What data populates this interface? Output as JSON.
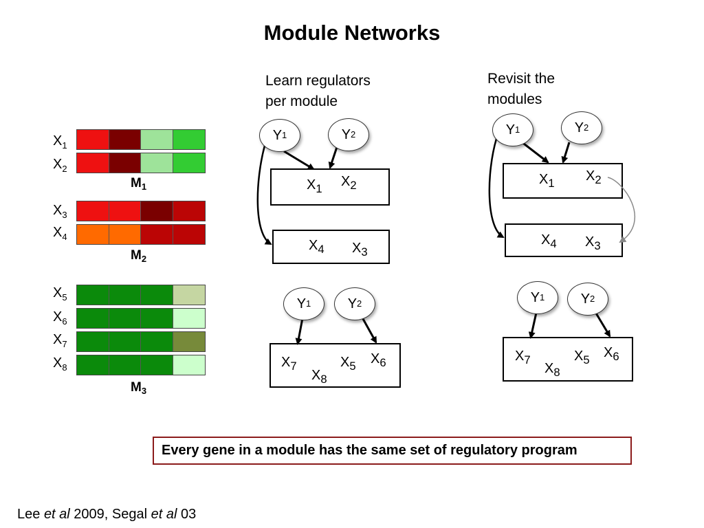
{
  "title": "Module Networks",
  "captions": {
    "learn": "Learn regulators\nper module",
    "revisit": "Revisit the\nmodules"
  },
  "heatmap": {
    "groups": [
      {
        "label": "M",
        "label_sub": "1",
        "rows": [
          {
            "gene": "X",
            "sub": "1",
            "colors": [
              "#ee1111",
              "#7a0000",
              "#9ee39a",
              "#33cc33"
            ]
          },
          {
            "gene": "X",
            "sub": "2",
            "colors": [
              "#ee1111",
              "#7a0000",
              "#9ee39a",
              "#33cc33"
            ]
          }
        ]
      },
      {
        "label": "M",
        "label_sub": "2",
        "rows": [
          {
            "gene": "X",
            "sub": "3",
            "colors": [
              "#ee1111",
              "#ee1111",
              "#7a0000",
              "#bb0505"
            ]
          },
          {
            "gene": "X",
            "sub": "4",
            "colors": [
              "#ff6a00",
              "#ff6a00",
              "#bb0505",
              "#bb0505"
            ]
          }
        ]
      },
      {
        "label": "M",
        "label_sub": "3",
        "rows": [
          {
            "gene": "X",
            "sub": "5",
            "colors": [
              "#0b8a0b",
              "#0b8a0b",
              "#0b8a0b",
              "#c5d6a2"
            ]
          },
          {
            "gene": "X",
            "sub": "6",
            "colors": [
              "#0b8a0b",
              "#0b8a0b",
              "#0b8a0b",
              "#ccffcc"
            ]
          },
          {
            "gene": "X",
            "sub": "7",
            "colors": [
              "#0b8a0b",
              "#0b8a0b",
              "#0b8a0b",
              "#778a3a"
            ]
          },
          {
            "gene": "X",
            "sub": "8",
            "colors": [
              "#0b8a0b",
              "#0b8a0b",
              "#0b8a0b",
              "#ccffcc"
            ]
          }
        ]
      }
    ]
  },
  "regulators": {
    "y1": {
      "main": "Y",
      "sub": "1"
    },
    "y2": {
      "main": "Y",
      "sub": "2"
    }
  },
  "genes": {
    "x1": {
      "main": "X",
      "sub": "1"
    },
    "x2": {
      "main": "X",
      "sub": "2"
    },
    "x3": {
      "main": "X",
      "sub": "3"
    },
    "x4": {
      "main": "X",
      "sub": "4"
    },
    "x5": {
      "main": "X",
      "sub": "5"
    },
    "x6": {
      "main": "X",
      "sub": "6"
    },
    "x7": {
      "main": "X",
      "sub": "7"
    },
    "x8": {
      "main": "X",
      "sub": "8"
    }
  },
  "note": "Every gene in a module has the same set of regulatory program",
  "citation": {
    "a": "Lee ",
    "b": "et al",
    "c": " 2009, Segal ",
    "d": "et al",
    "e": " 03"
  }
}
